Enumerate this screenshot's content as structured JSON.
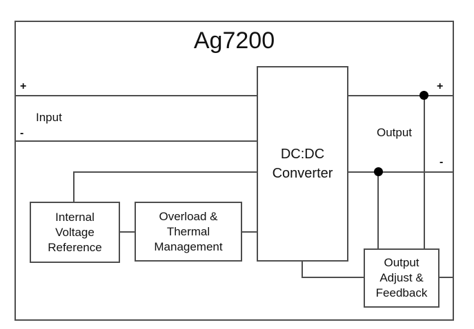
{
  "title": "Ag7200",
  "terminals": {
    "input_plus": "+",
    "input_minus": "-",
    "output_plus": "+",
    "output_minus": "-"
  },
  "labels": {
    "input": "Input",
    "output": "Output"
  },
  "blocks": {
    "dcdc": {
      "lines": [
        "DC:DC",
        "Converter"
      ]
    },
    "ivr": {
      "lines": [
        "Internal",
        "Voltage",
        "Reference"
      ]
    },
    "otm": {
      "lines": [
        "Overload &",
        "Thermal",
        "Management"
      ]
    },
    "oaf": {
      "lines": [
        "Output",
        "Adjust &",
        "Feedback"
      ]
    }
  },
  "colors": {
    "wire": "#4d4d4d",
    "junction_dot": "#000000",
    "text": "#111111",
    "background": "#ffffff"
  }
}
